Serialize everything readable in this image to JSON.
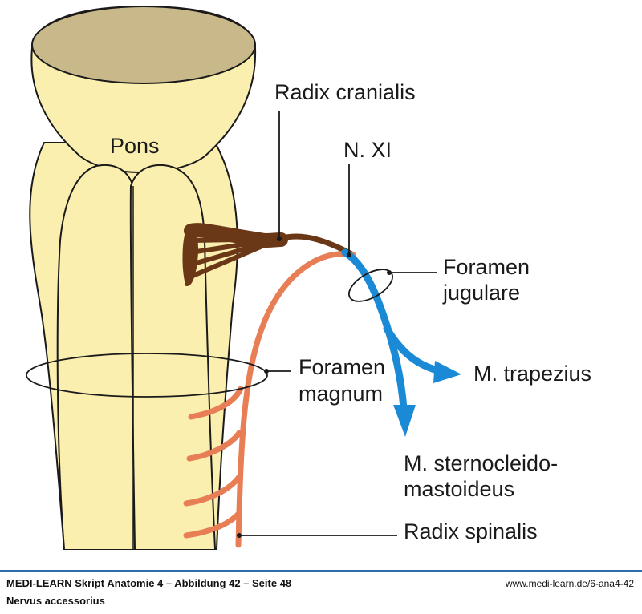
{
  "labels": {
    "pons": "Pons",
    "radix_cranialis": "Radix cranialis",
    "n_xi": "N. XI",
    "foramen_jugulare_1": "Foramen",
    "foramen_jugulare_2": "jugulare",
    "foramen_magnum_1": "Foramen",
    "foramen_magnum_2": "magnum",
    "m_trapezius": "M. trapezius",
    "m_scm_1": "M. sternocleido-",
    "m_scm_2": "mastoideus",
    "radix_spinalis": "Radix spinalis"
  },
  "colors": {
    "brainstem_fill": "#fbefb0",
    "pons_top_fill": "#c9b98a",
    "radix_cranialis": "#6b3817",
    "radix_spinalis": "#e87e55",
    "n_xi": "#1a8ad6",
    "footer_rule": "#2c6ea8"
  },
  "footer": {
    "source": "MEDI-LEARN Skript Anatomie 4 – Abbildung 42 – Seite 48",
    "caption": "Nervus accessorius",
    "url": "www.medi-learn.de/6-ana4-42"
  }
}
